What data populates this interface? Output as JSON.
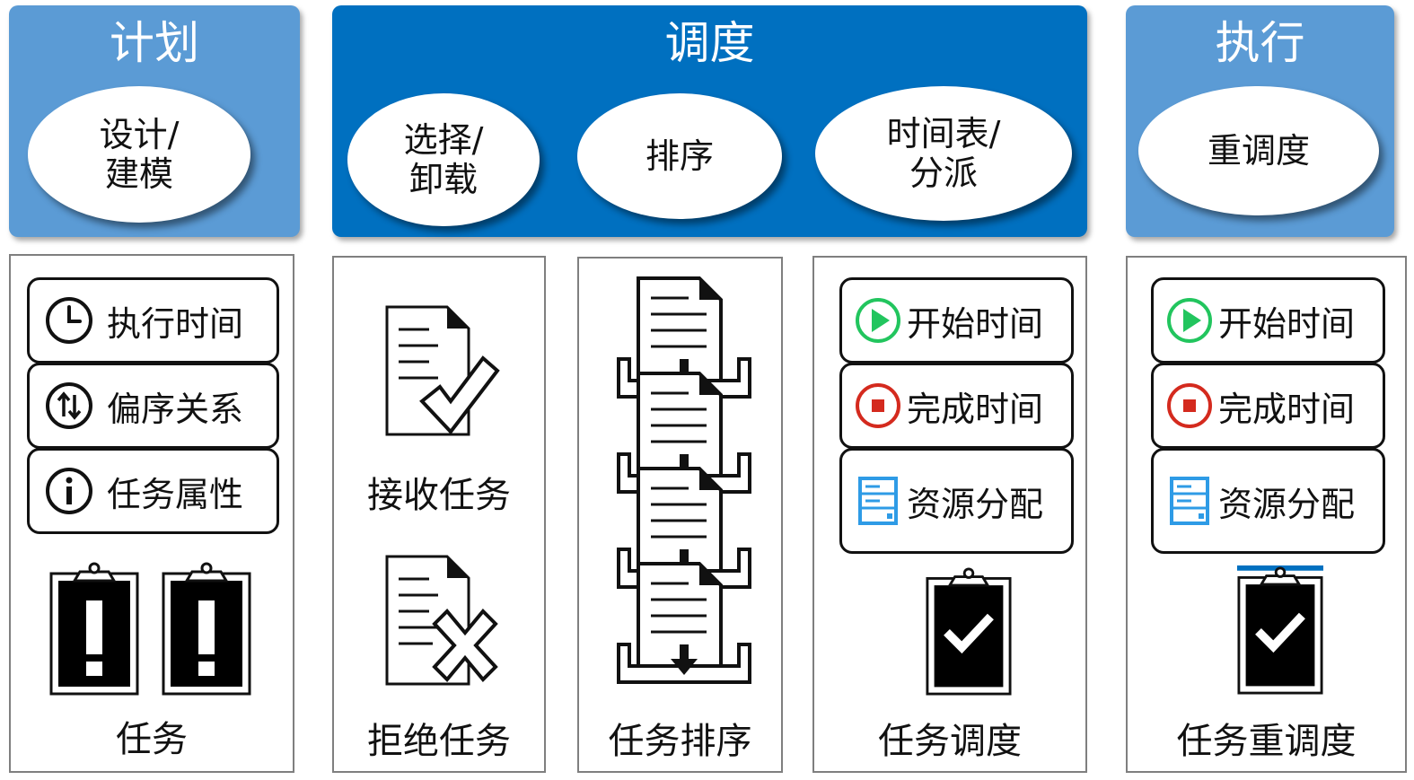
{
  "headers": {
    "plan": {
      "title": "计划",
      "ellipse": "设计/\n建模"
    },
    "schedule": {
      "title": "调度",
      "ellipses": [
        "选择/\n卸载",
        "排序",
        "时间表/\n分派"
      ]
    },
    "execute": {
      "title": "执行",
      "ellipse": "重调度"
    }
  },
  "panel_task": {
    "rows": [
      {
        "label": "执行时间",
        "icon": "clock-icon"
      },
      {
        "label": "偏序关系",
        "icon": "up-down-arrows-icon"
      },
      {
        "label": "任务属性",
        "icon": "info-icon"
      }
    ],
    "caption": "任务"
  },
  "panel_receive": {
    "accept": "接收任务",
    "reject": "拒绝任务"
  },
  "panel_sort": {
    "caption": "任务排序"
  },
  "panel_dispatch": {
    "rows": [
      {
        "label": "开始时间",
        "icon": "play-icon"
      },
      {
        "label": "完成时间",
        "icon": "stop-icon"
      },
      {
        "label": "资源分配",
        "icon": "server-icon"
      }
    ],
    "caption": "任务调度"
  },
  "panel_reschedule": {
    "rows": [
      {
        "label": "开始时间",
        "icon": "play-icon"
      },
      {
        "label": "完成时间",
        "icon": "stop-icon"
      },
      {
        "label": "资源分配",
        "icon": "server-icon"
      }
    ],
    "caption": "任务重调度"
  },
  "colors": {
    "header_light": "#5b9bd5",
    "header_dark": "#0070c0",
    "play_green": "#22c55e",
    "stop_red": "#d42a1e",
    "server_blue": "#2e9be6"
  }
}
